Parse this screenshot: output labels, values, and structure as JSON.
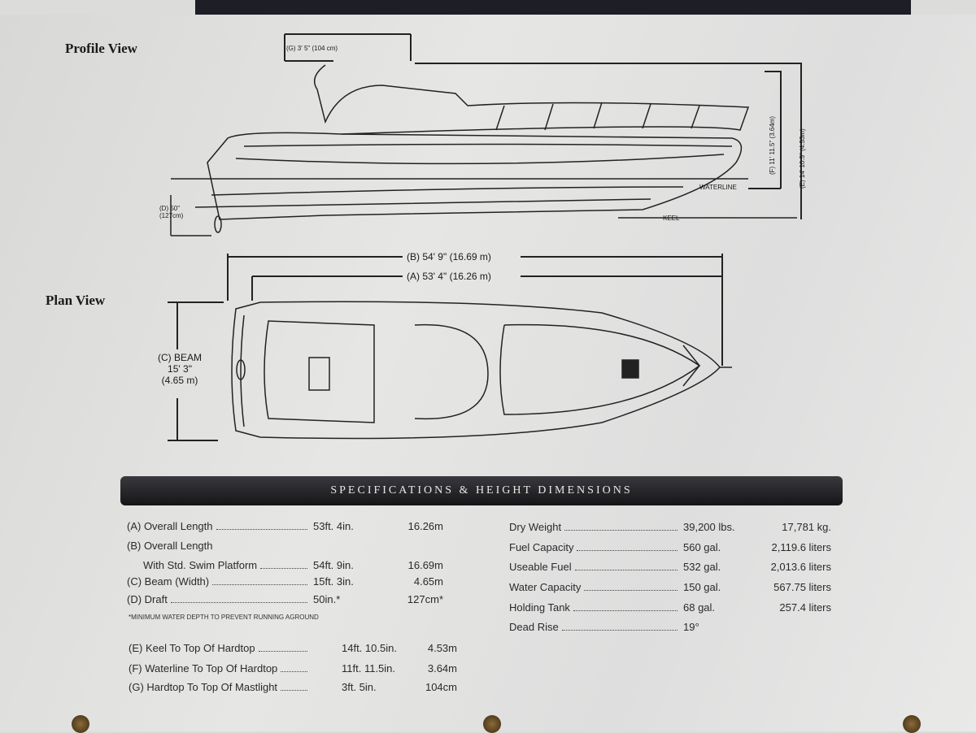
{
  "profile": {
    "title": "Profile View",
    "g_label": "(G) 3' 5\" (104 cm)",
    "d_label": "(D) 50\" (127cm)",
    "f_label": "(F) 11' 11.5\" (3.64m)",
    "e_label": "(E) 14' 10.5\" (4.53m)",
    "waterline": "WATERLINE",
    "keel": "KEEL"
  },
  "plan": {
    "title": "Plan View",
    "b_label": "(B) 54' 9\" (16.69 m)",
    "a_label": "(A) 53' 4\" (16.26 m)",
    "beam_1": "(C) BEAM",
    "beam_2": "15' 3\"",
    "beam_3": "(4.65 m)"
  },
  "specs": {
    "header": "SPECIFICATIONS & HEIGHT DIMENSIONS",
    "left": [
      {
        "label": "(A) Overall Length",
        "imperial": "53ft. 4in.",
        "metric": "16.26m"
      },
      {
        "label": "(B) Overall Length",
        "label2": "With Std. Swim Platform",
        "imperial": "54ft. 9in.",
        "metric": "16.69m"
      },
      {
        "label": "(C) Beam (Width)",
        "imperial": "15ft. 3in.",
        "metric": "4.65m"
      },
      {
        "label": "(D) Draft",
        "imperial": "50in.*",
        "metric": "127cm*"
      }
    ],
    "note": "*MINIMUM WATER DEPTH TO PREVENT RUNNING AGROUND",
    "heights": [
      {
        "label": "(E) Keel To Top Of Hardtop",
        "imperial": "14ft. 10.5in.",
        "metric": "4.53m"
      },
      {
        "label": "(F) Waterline To Top Of Hardtop",
        "imperial": "11ft. 11.5in.",
        "metric": "3.64m"
      },
      {
        "label": "(G) Hardtop To Top Of Mastlight",
        "imperial": "3ft. 5in.",
        "metric": "104cm"
      }
    ],
    "right": [
      {
        "label": "Dry Weight",
        "imperial": "39,200 lbs.",
        "metric": "17,781 kg."
      },
      {
        "label": "Fuel Capacity",
        "imperial": "560 gal.",
        "metric": "2,119.6 liters"
      },
      {
        "label": "Useable Fuel",
        "imperial": "532 gal.",
        "metric": "2,013.6 liters"
      },
      {
        "label": "Water Capacity",
        "imperial": "150 gal.",
        "metric": "567.75 liters"
      },
      {
        "label": "Holding Tank",
        "imperial": "68 gal.",
        "metric": "257.4 liters"
      },
      {
        "label": "Dead Rise",
        "imperial": "19°",
        "metric": ""
      }
    ]
  }
}
